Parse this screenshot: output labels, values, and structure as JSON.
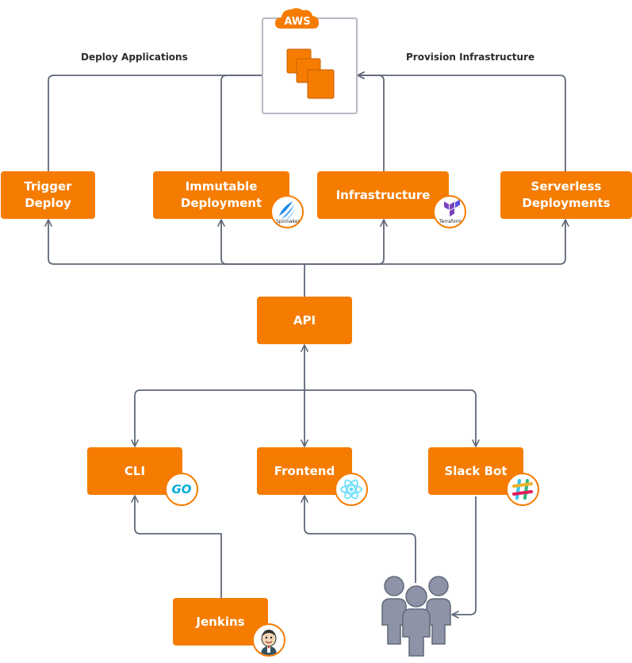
{
  "colors": {
    "node": "#f57c00",
    "edge": "#5f6878",
    "aws_frame": "#b8b8c4",
    "people": "#8e93a8",
    "aws_cloud": "#f57c00"
  },
  "aws": {
    "badge": "AWS",
    "icon": "ec2-instances-icon"
  },
  "edge_labels": {
    "deploy_applications": "Deploy Applications",
    "provision_infrastructure": "Provision Infrastructure"
  },
  "nodes": {
    "trigger_deploy": {
      "label": "Trigger\nDeploy"
    },
    "immutable_deployment": {
      "label": "Immutable\nDeployment",
      "badge_icon": "spinnaker-icon",
      "badge_text": "Spinnaker"
    },
    "infrastructure": {
      "label": "Infrastructure",
      "badge_icon": "terraform-icon",
      "badge_text": "Terraform"
    },
    "serverless_deployments": {
      "label": "Serverless\nDeployments"
    },
    "api": {
      "label": "API"
    },
    "cli": {
      "label": "CLI",
      "badge_icon": "go-icon",
      "badge_text": "GO"
    },
    "frontend": {
      "label": "Frontend",
      "badge_icon": "react-icon"
    },
    "slack_bot": {
      "label": "Slack Bot",
      "badge_icon": "slack-icon"
    },
    "jenkins": {
      "label": "Jenkins",
      "badge_icon": "jenkins-icon"
    }
  },
  "users": {
    "icon": "users-group-icon"
  }
}
